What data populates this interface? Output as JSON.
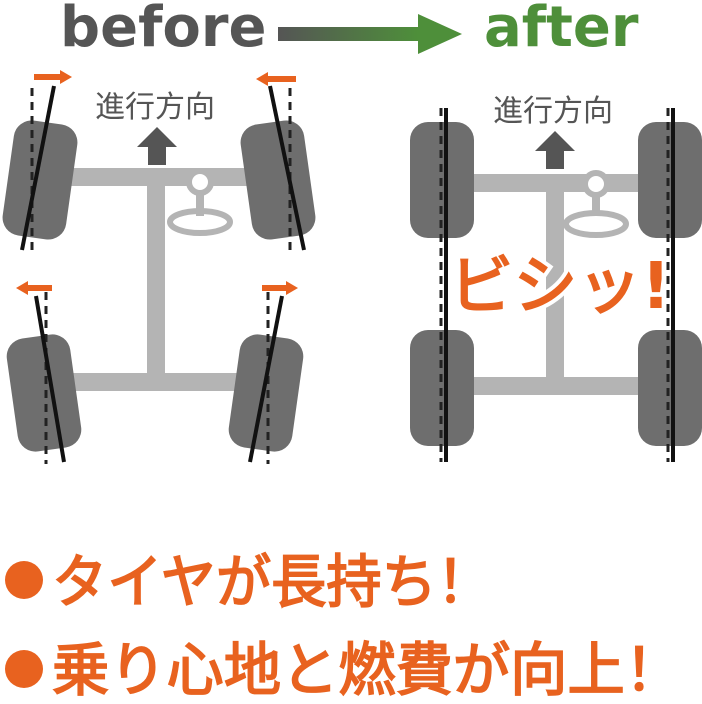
{
  "header": {
    "before_label": "before",
    "after_label": "after"
  },
  "diagram": {
    "direction_label_before": "進行方向",
    "direction_label_after": "進行方向",
    "exclaim": "ビシッ!"
  },
  "benefits": {
    "items": [
      "タイヤが長持ち！",
      "乗り心地と燃費が向上！"
    ]
  },
  "colors": {
    "orange": "#e8621f",
    "green": "#4e8f3a",
    "dark_gray": "#555555",
    "tire": "#6e6e6e",
    "frame": "#b4b4b4"
  }
}
